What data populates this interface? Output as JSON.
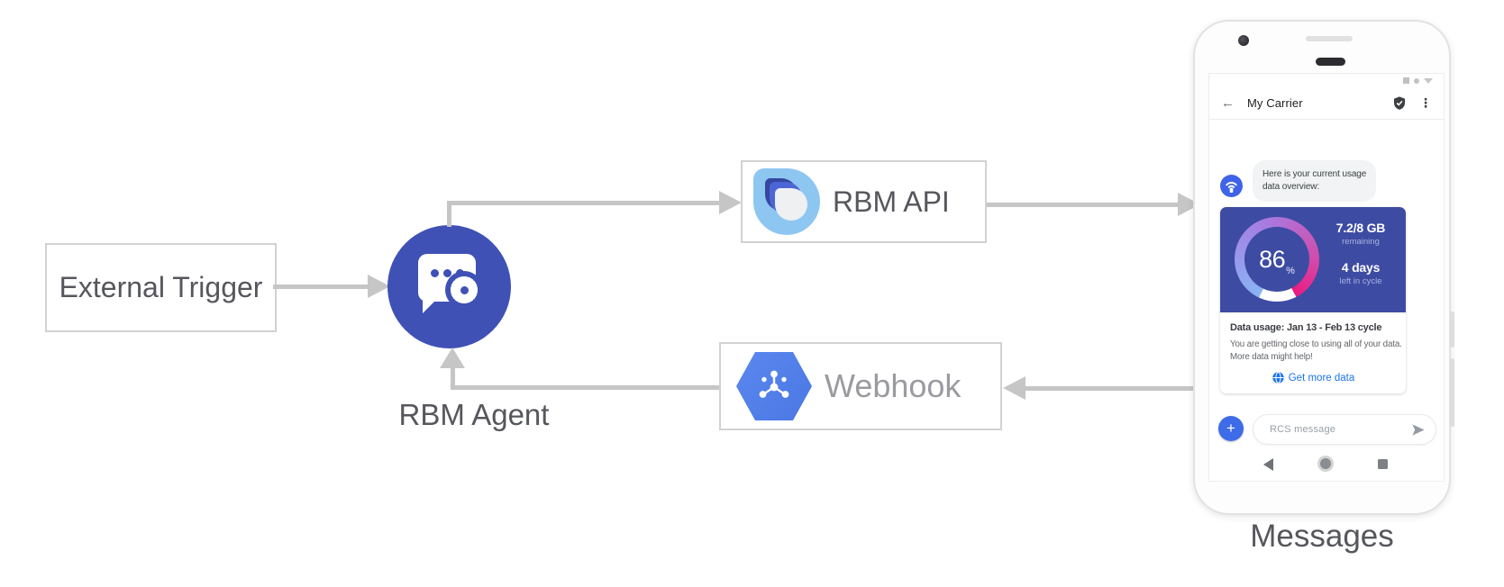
{
  "diagram": {
    "external_trigger_label": "External Trigger",
    "rbm_agent_label": "RBM Agent",
    "rbm_api_label": "RBM API",
    "webhook_label": "Webhook",
    "phone_caption": "Messages"
  },
  "phone": {
    "status_icons": [
      "square",
      "dot",
      "triangle-down"
    ],
    "app_bar": {
      "back_icon": "←",
      "title": "My Carrier",
      "verified_icon": "shield-check",
      "menu_icon": "⋮"
    },
    "conversation": {
      "avatar_icon": "wifi-device",
      "message_line1": "Here is your current usage",
      "message_line2": "data overview:"
    },
    "usage_card": {
      "percent_value": "86",
      "percent_suffix": "%",
      "remaining_value": "7.2/8 GB",
      "remaining_label": "remaining",
      "days_value": "4 days",
      "days_label": "left in cycle",
      "title": "Data usage: Jan 13 - Feb 13 cycle",
      "body_line1": "You are getting close to using all of your data.",
      "body_line2": "More data might help!",
      "action_label": "Get more data",
      "action_icon": "globe"
    },
    "composer": {
      "add_label": "+",
      "placeholder": "RCS message",
      "send_icon": "send-arrow"
    },
    "nav_icons": [
      "triangle-left",
      "circle",
      "square"
    ]
  },
  "colors": {
    "agent_circle": "#3f51b5",
    "card_indigo": "#3d4ba3",
    "gauge_start": "#8ab4f4",
    "gauge_mid": "#a87ae0",
    "gauge_end": "#ec1a7f",
    "avatar_blue": "#3e63e8",
    "hexagon_blue": "#4a77e4",
    "link_blue": "#1a73e8",
    "plus_blue": "#3e6be8",
    "arrow_gray": "#c6c6c6"
  }
}
